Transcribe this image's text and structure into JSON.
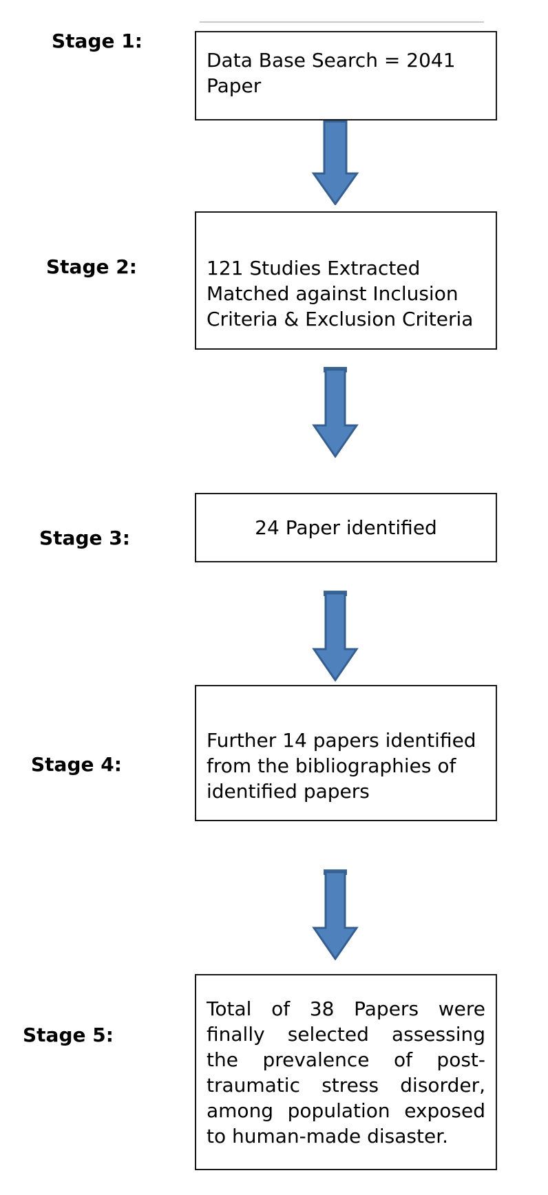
{
  "diagram": {
    "stages": [
      {
        "label": "Stage 1:",
        "box_text": "Data Base Search = 2041\nPaper"
      },
      {
        "label": "Stage 2:",
        "box_text": "121 Studies Extracted\nMatched against Inclusion\nCriteria & Exclusion Criteria"
      },
      {
        "label": "Stage 3:",
        "box_text": "24 Paper identified"
      },
      {
        "label": "Stage 4:",
        "box_text": "Further 14 papers identified\nfrom the bibliographies of\nidentified papers"
      },
      {
        "label": "Stage 5:",
        "box_text": "Total of 38 Papers were finally selected assessing the prevalence of post-traumatic stress disorder, among population exposed to human-made disaster."
      }
    ],
    "arrow_icon": "down-block-arrow"
  },
  "colors": {
    "arrow-fill": "#4f81bd",
    "arrow-stroke": "#365f91",
    "arrow-cap": "#3c6697",
    "box-border": "#161616",
    "ink": "#000000"
  }
}
